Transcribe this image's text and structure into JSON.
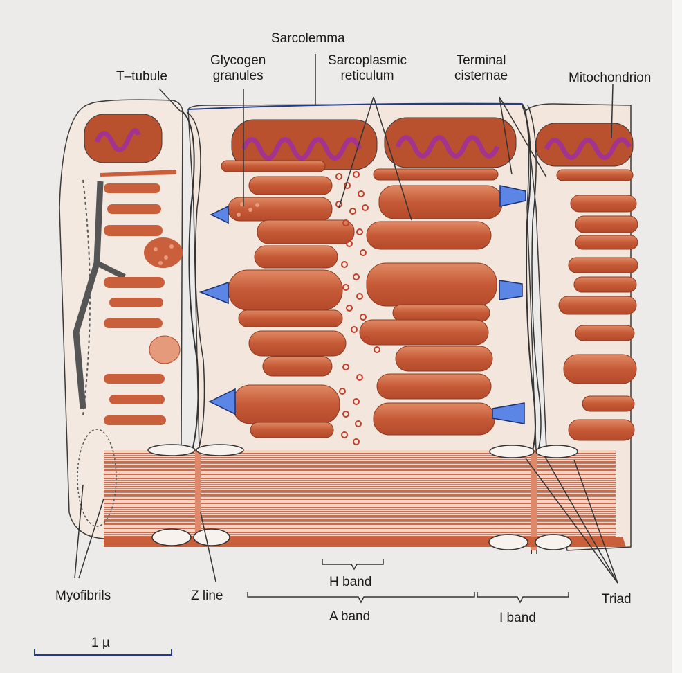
{
  "labels": {
    "sarcolemma": "Sarcolemma",
    "t_tubule": "T–tubule",
    "glycogen": "Glycogen\ngranules",
    "sarcoplasmic": "Sarcoplasmic\nreticulum",
    "terminal": "Terminal\ncisternae",
    "mitochondrion": "Mitochondrion",
    "myofibrils": "Myofibrils",
    "z_line": "Z line",
    "h_band": "H band",
    "a_band": "A band",
    "i_band": "I band",
    "triad": "Triad",
    "scale": "1 µ"
  },
  "colors": {
    "background": "#ecebea",
    "sarcoplasm": "#f2e6dd",
    "myofibril": "#c9603b",
    "myofibril_light": "#e59a7c",
    "mitochondrion": "#b9512f",
    "cristae": "#a2338f",
    "sr_dots": "#c0402a",
    "triad_marker": "#5b86e6",
    "outline": "#333333"
  },
  "icons": [
    "triad-marker-icon"
  ]
}
